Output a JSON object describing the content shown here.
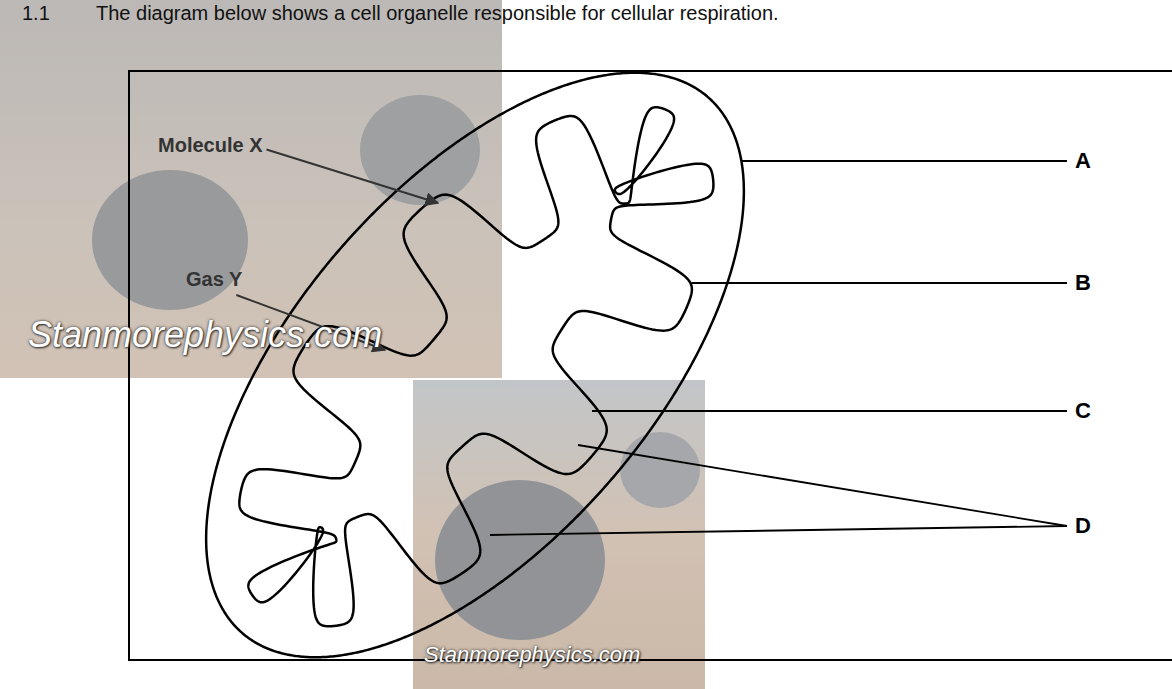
{
  "diagram": {
    "title": "The diagram below shows a cell organelle responsible for cellular respiration.",
    "labels": [
      "1.1",
      "Molecule X",
      "Gas Y",
      "A",
      "B",
      "C",
      "D",
      "Stanmorephysics.com",
      "Stanmorephysics.com"
    ]
  }
}
